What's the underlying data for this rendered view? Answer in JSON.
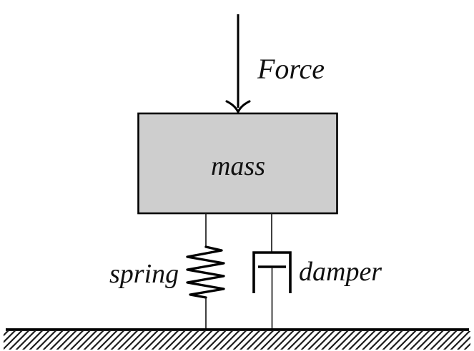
{
  "diagram": {
    "labels": {
      "force": "Force",
      "mass": "mass",
      "spring": "spring",
      "damper": "damper"
    },
    "colors": {
      "mass_fill": "#cecece",
      "line": "#000000",
      "hatch": "#1c1c1c",
      "background": "#ffffff"
    }
  }
}
